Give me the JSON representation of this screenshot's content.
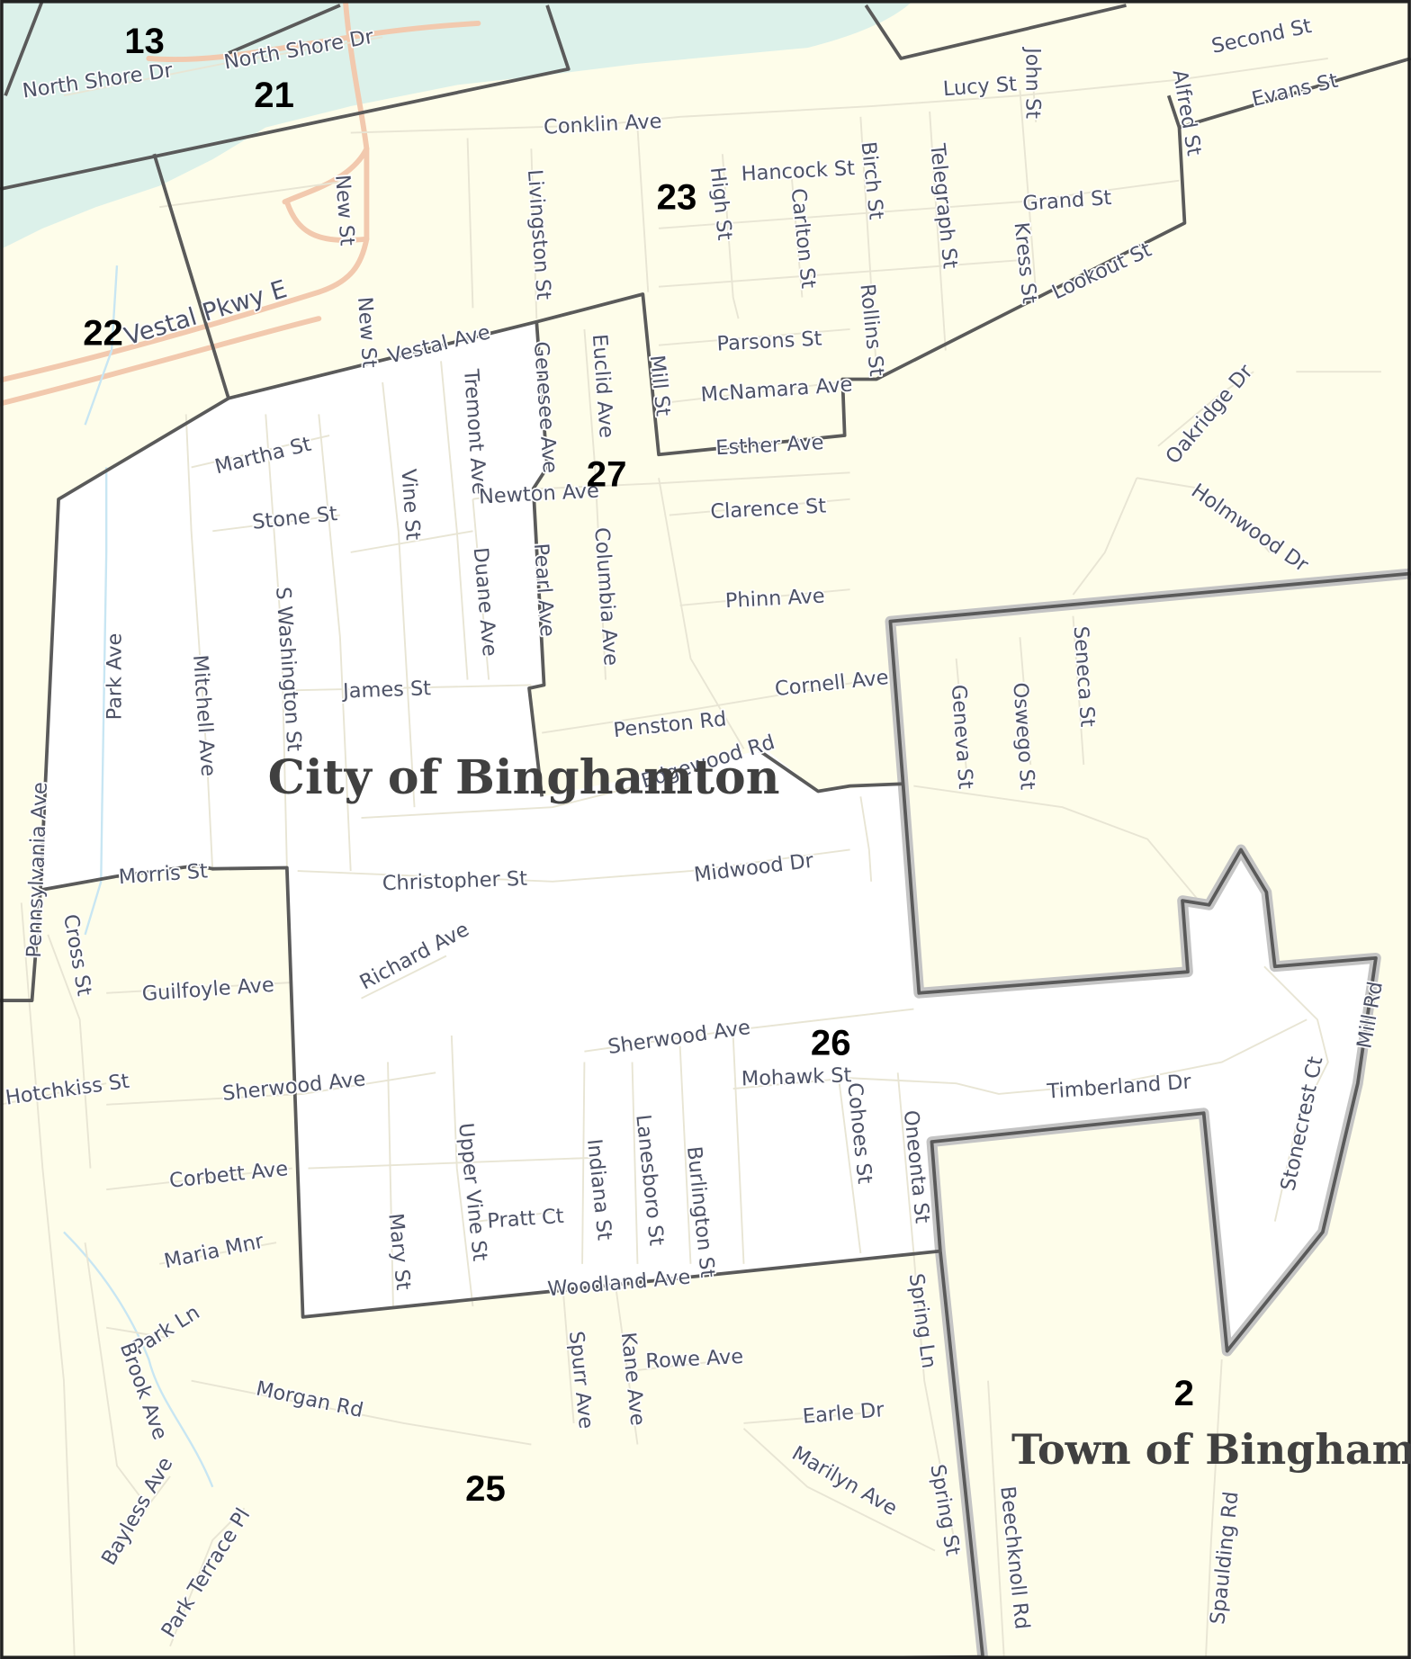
{
  "map": {
    "place_labels": [
      "City of Binghamton",
      "Town of Binghamton"
    ],
    "district_labels": [
      "13",
      "21",
      "22",
      "23",
      "27",
      "26",
      "25",
      "2"
    ],
    "street_labels": [
      "North Shore Dr",
      "North Shore Dr",
      "Conklin Ave",
      "Lucy St",
      "John St",
      "Second St",
      "Evans St",
      "Alfred St",
      "Hancock St",
      "High St",
      "Carlton St",
      "Birch St",
      "Telegraph St",
      "Grand St",
      "Kress St",
      "Lookout St",
      "Livingston St",
      "New St",
      "Vestal Pkwy E",
      "New St",
      "Vestal Ave",
      "Parsons St",
      "Rollins St",
      "Mill St",
      "McNamara Ave",
      "Esther Ave",
      "Genesee Ave",
      "Euclid Ave",
      "Tremont Ave",
      "Martha St",
      "Stone St",
      "Vine St",
      "Newton Ave",
      "Clarence St",
      "Oakridge Dr",
      "Holmwood Dr",
      "Duane Ave",
      "Pearl Ave",
      "Columbia Ave",
      "Phinn Ave",
      "Park Ave",
      "Mitchell Ave",
      "S Washington St",
      "James St",
      "Cornell Ave",
      "Seneca St",
      "Geneva St",
      "Oswego St",
      "Penston Rd",
      "Edgewood Rd",
      "Pennsylvania Ave",
      "Morris St",
      "Christopher St",
      "Midwood Dr",
      "Cross St",
      "Richard Ave",
      "Guilfoyle Ave",
      "Hotchkiss St",
      "Sherwood Ave",
      "Sherwood Ave",
      "Mohawk St",
      "Timberland Dr",
      "Mill Rd",
      "Cohoes St",
      "Oneonta St",
      "Upper Vine St",
      "Indiana St",
      "Lanesboro St",
      "Burlington St",
      "Pratt Ct",
      "Corbett Ave",
      "Stonecrest Ct",
      "Maria Mnr",
      "Mary St",
      "Woodland Ave",
      "Spurr Ave",
      "Kane Ave",
      "Rowe Ave",
      "Spring Ln",
      "Park Ln",
      "Brook Ave",
      "Morgan Rd",
      "Earle Dr",
      "Marilyn Ave",
      "Spring St",
      "Beechknoll Rd",
      "Spaulding Rd",
      "Bayless Ave",
      "Park Terrace Pl"
    ],
    "colors": {
      "land": "#fefdea",
      "city": "#ffffff",
      "water": "#dcf1ea",
      "boundary": "#5a5a5a",
      "town_halo": "#c4c4c4",
      "road": "#e8e5d4",
      "highway": "#f2c9ae",
      "stream": "#c8e6f3",
      "label": "#4d5266"
    }
  }
}
